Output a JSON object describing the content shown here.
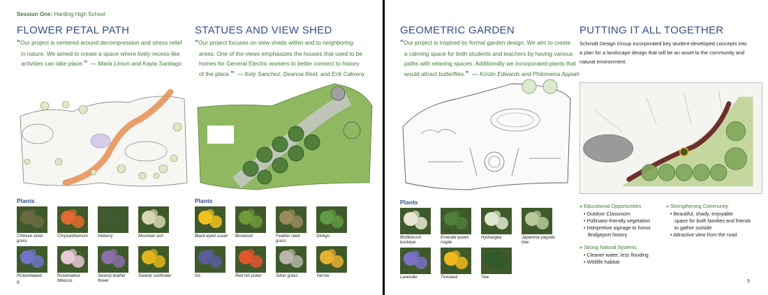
{
  "session": {
    "label": "Session One:",
    "school": "Harding High School"
  },
  "sections": [
    {
      "title": "FLOWER PETAL PATH",
      "quote_l1": "Our project is centered around decompression and stress relief",
      "quote_l2": "in nature. We aimed to create a space where lively recess-like",
      "quote_l3": "activities can take place.",
      "authors": "— Maria Limon and Kayla Santiago"
    },
    {
      "title": "STATUES AND VIEW SHED",
      "quote_l1": "Our project focuses on view sheds within and to neighboring",
      "quote_l2": "areas. One of the views emphasizes the houses that used to be",
      "quote_l3": "homes for General Electric workers to better connect to history",
      "quote_l4": "of the place.",
      "authors": "— Kely Sanchez, Deanna Reid, and Erik Cabrera"
    },
    {
      "title": "GEOMETRIC GARDEN",
      "quote_l1": "Our project is inspired by formal garden design. We aim to create",
      "quote_l2": "a calming space for both students and teachers by having various",
      "quote_l3": "paths with relaxing spaces. Additionally we incorporated plants that",
      "quote_l4": "would attract butterflies.",
      "authors": "— Kristin Edwards and Philomena Appiah"
    },
    {
      "title": "PUTTING IT ALL TOGETHER",
      "body_l1": "Schmidt Design Group incorporated key student-developed concepts into",
      "body_l2": "a plan for a landscape design that will be an asset to the community and",
      "body_l3": "natural environment."
    }
  ],
  "plants_label": "Plants",
  "plants_flower": [
    {
      "name_l1": "Chinese silver",
      "name_l2": "grass",
      "color": "#6b6a3f"
    },
    {
      "name_l1": "Chrysanthemum",
      "name_l2": "",
      "color": "#e36a2c"
    },
    {
      "name_l1": "Inkberry",
      "name_l2": "",
      "color": "#3f5a34"
    },
    {
      "name_l1": "Mountain ash",
      "name_l2": "",
      "color": "#d8d6b0"
    },
    {
      "name_l1": "Pickerelweed",
      "name_l2": "",
      "color": "#6f74c9"
    },
    {
      "name_l1": "Rosemallow",
      "name_l2": "hibiscus",
      "color": "#e8c8d6"
    },
    {
      "name_l1": "Swamp leather",
      "name_l2": "flower",
      "color": "#8a6fa8"
    },
    {
      "name_l1": "Swamp sunflower",
      "name_l2": "",
      "color": "#e3b51c"
    }
  ],
  "plants_statues": [
    {
      "name_l1": "Black-eyed susan",
      "name_l2": "",
      "color": "#f0c21c"
    },
    {
      "name_l1": "Boxwood",
      "name_l2": "",
      "color": "#6f9a3a"
    },
    {
      "name_l1": "Feather reed",
      "name_l2": "grass",
      "color": "#9a8a5c"
    },
    {
      "name_l1": "Ginkgo",
      "name_l2": "",
      "color": "#5f9a44"
    },
    {
      "name_l1": "Iris",
      "name_l2": "",
      "color": "#5a5c9a"
    },
    {
      "name_l1": "Red hot poker",
      "name_l2": "",
      "color": "#e2562a"
    },
    {
      "name_l1": "Silver grass",
      "name_l2": "",
      "color": "#b8b6a8"
    },
    {
      "name_l1": "Yarrow",
      "name_l2": "",
      "color": "#e6b030"
    }
  ],
  "plants_geometric": [
    {
      "name_l1": "Bottlebrush",
      "name_l2": "buckeye",
      "color": "#e9e6d4"
    },
    {
      "name_l1": "Emerald queen",
      "name_l2": "maple",
      "color": "#4f7f3a"
    },
    {
      "name_l1": "Hydrangea",
      "name_l2": "",
      "color": "#dfe6cf"
    },
    {
      "name_l1": "Japanese pagoda",
      "name_l2": "tree",
      "color": "#b9c99a"
    },
    {
      "name_l1": "Lavender",
      "name_l2": "",
      "color": "#7a72c6"
    },
    {
      "name_l1": "Tickseed",
      "name_l2": "",
      "color": "#f2b81c"
    },
    {
      "name_l1": "Yew",
      "name_l2": "",
      "color": "#2f5a2a"
    }
  ],
  "together": {
    "col1": [
      {
        "head": "Educational Opportunities",
        "items": [
          "Outdoor Classroom",
          "Pollinator-friendly vegetation",
          "Interpretive signage to honor",
          "Bridgeport history"
        ]
      },
      {
        "head": "Strong Natural Systems",
        "items": [
          "Cleaner water, less flooding",
          "Wildlife habitat"
        ]
      }
    ],
    "col2": [
      {
        "head": "Strengthening Community",
        "items": [
          "Beautiful, shady, enjoyable",
          "space for both families and friends",
          "to gather outside",
          "Attractive view from the road"
        ]
      }
    ]
  },
  "page_numbers": {
    "left": "8",
    "right": "9"
  },
  "colors": {
    "heading": "#2f4f8f",
    "accent_green": "#3a7d2e",
    "path_orange": "#e8935a",
    "lawn_green": "#8fb860"
  }
}
